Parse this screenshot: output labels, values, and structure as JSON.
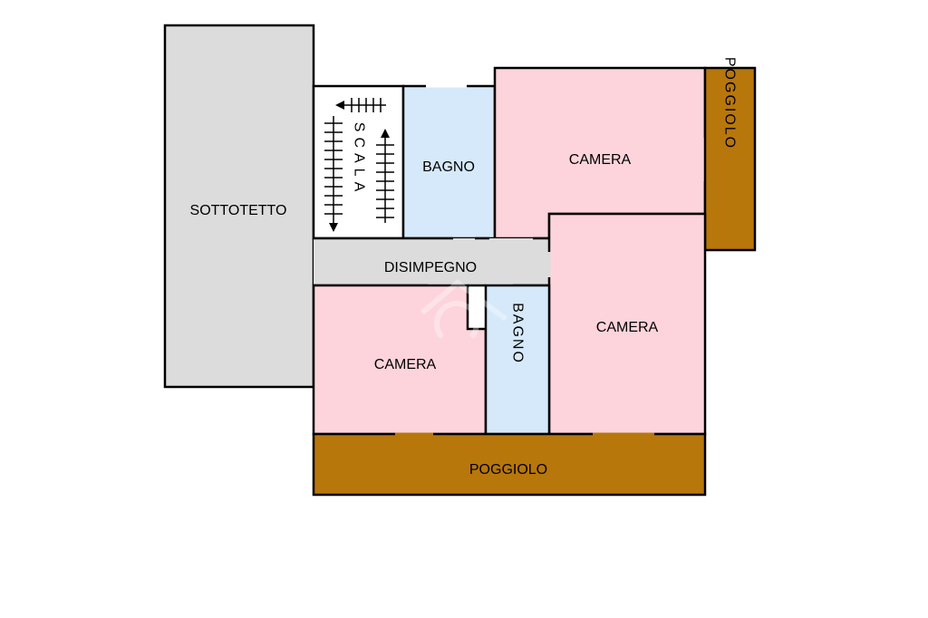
{
  "rooms": {
    "sottotetto": "SOTTOTETTO",
    "scala": "SCALA",
    "bagno_top": "BAGNO",
    "camera_top": "CAMERA",
    "poggiolo_side": "POGGIOLO",
    "disimpegno": "DISIMPEGNO",
    "camera_right": "CAMERA",
    "camera_bottom": "CAMERA",
    "bagno_vertical": "BAGNO",
    "poggiolo_bottom": "POGGIOLO"
  },
  "colors": {
    "sottotetto": "#dcdcdc",
    "disimpegno": "#dcdcdc",
    "camera": "#fdd4dc",
    "bagno": "#d6e9fb",
    "poggiolo": "#b8770b",
    "scala": "#ffffff"
  },
  "icons": {
    "stairs": "stairs-icon",
    "watermark": "logo-watermark-icon"
  }
}
